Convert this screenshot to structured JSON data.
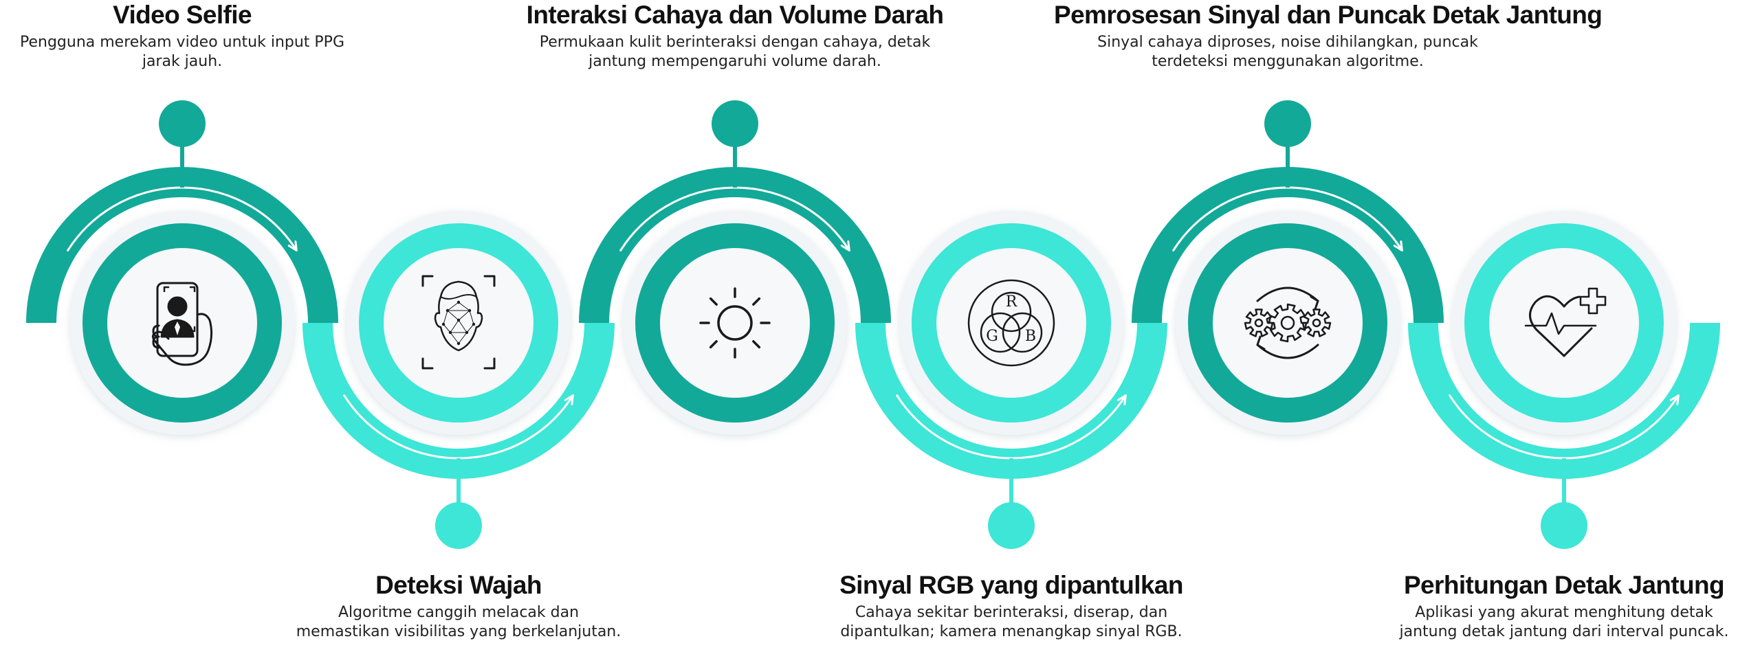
{
  "colors": {
    "dark": "#12a999",
    "light": "#3de6d6",
    "disc": "#f1f5f8",
    "icon": "#1a1a1a"
  },
  "steps": [
    {
      "title": "Video Selfie",
      "desc_line1": "Pengguna merekam video untuk input PPG",
      "desc_line2": "jarak jauh.",
      "icon": "selfie-phone-icon",
      "tone": "dark",
      "position": "top"
    },
    {
      "title": "Deteksi Wajah",
      "desc_line1": "Algoritme canggih melacak dan",
      "desc_line2": "memastikan visibilitas yang berkelanjutan.",
      "icon": "face-scan-icon",
      "tone": "light",
      "position": "bottom"
    },
    {
      "title": "Interaksi Cahaya dan Volume Darah",
      "desc_line1": "Permukaan kulit berinteraksi dengan cahaya, detak",
      "desc_line2": "jantung mempengaruhi volume darah.",
      "icon": "sun-icon",
      "tone": "dark",
      "position": "top"
    },
    {
      "title": "Sinyal RGB yang dipantulkan",
      "desc_line1": "Cahaya sekitar berinteraksi, diserap, dan",
      "desc_line2": "dipantulkan; kamera menangkap sinyal RGB.",
      "icon": "rgb-venn-icon",
      "tone": "light",
      "position": "bottom",
      "venn_labels": [
        "R",
        "G",
        "B"
      ]
    },
    {
      "title": "Pemrosesan Sinyal dan Puncak Detak Jantung",
      "desc_line1": "Sinyal cahaya diproses, noise dihilangkan, puncak",
      "desc_line2": "terdeteksi menggunakan algoritme.",
      "icon": "gears-cycle-icon",
      "tone": "dark",
      "position": "top"
    },
    {
      "title": "Perhitungan Detak Jantung",
      "desc_line1": "Aplikasi yang akurat menghitung detak",
      "desc_line2": "jantung detak jantung dari interval puncak.",
      "icon": "heart-plus-icon",
      "tone": "light",
      "position": "bottom"
    }
  ]
}
